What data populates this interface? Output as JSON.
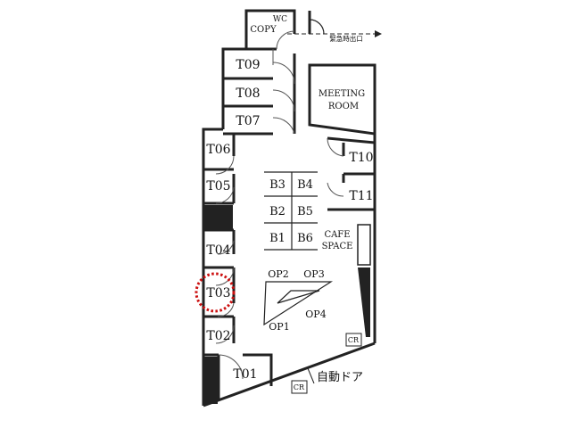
{
  "rooms": {
    "wc": "WC",
    "copy": "COPY",
    "exit": "緊急時出口",
    "t09": "T09",
    "t08": "T08",
    "t07": "T07",
    "meeting_line1": "MEETING",
    "meeting_line2": "ROOM",
    "t06": "T06",
    "t05": "T05",
    "t04": "T04",
    "t03": "T03",
    "t02": "T02",
    "t01": "T01",
    "t10": "T10",
    "t11": "T11",
    "b3": "B3",
    "b4": "B4",
    "b2": "B2",
    "b5": "B5",
    "b1": "B1",
    "b6": "B6",
    "cafe_line1": "CAFE",
    "cafe_line2": "SPACE",
    "op1": "OP1",
    "op2": "OP2",
    "op3": "OP3",
    "op4": "OP4",
    "cr_right": "CR",
    "cr_bottom": "CR",
    "auto_door": "自動ドア"
  },
  "colors": {
    "wall": "#222222",
    "highlight": "#cc1111",
    "fill_dark": "#222222"
  },
  "highlighted_room": "T03"
}
